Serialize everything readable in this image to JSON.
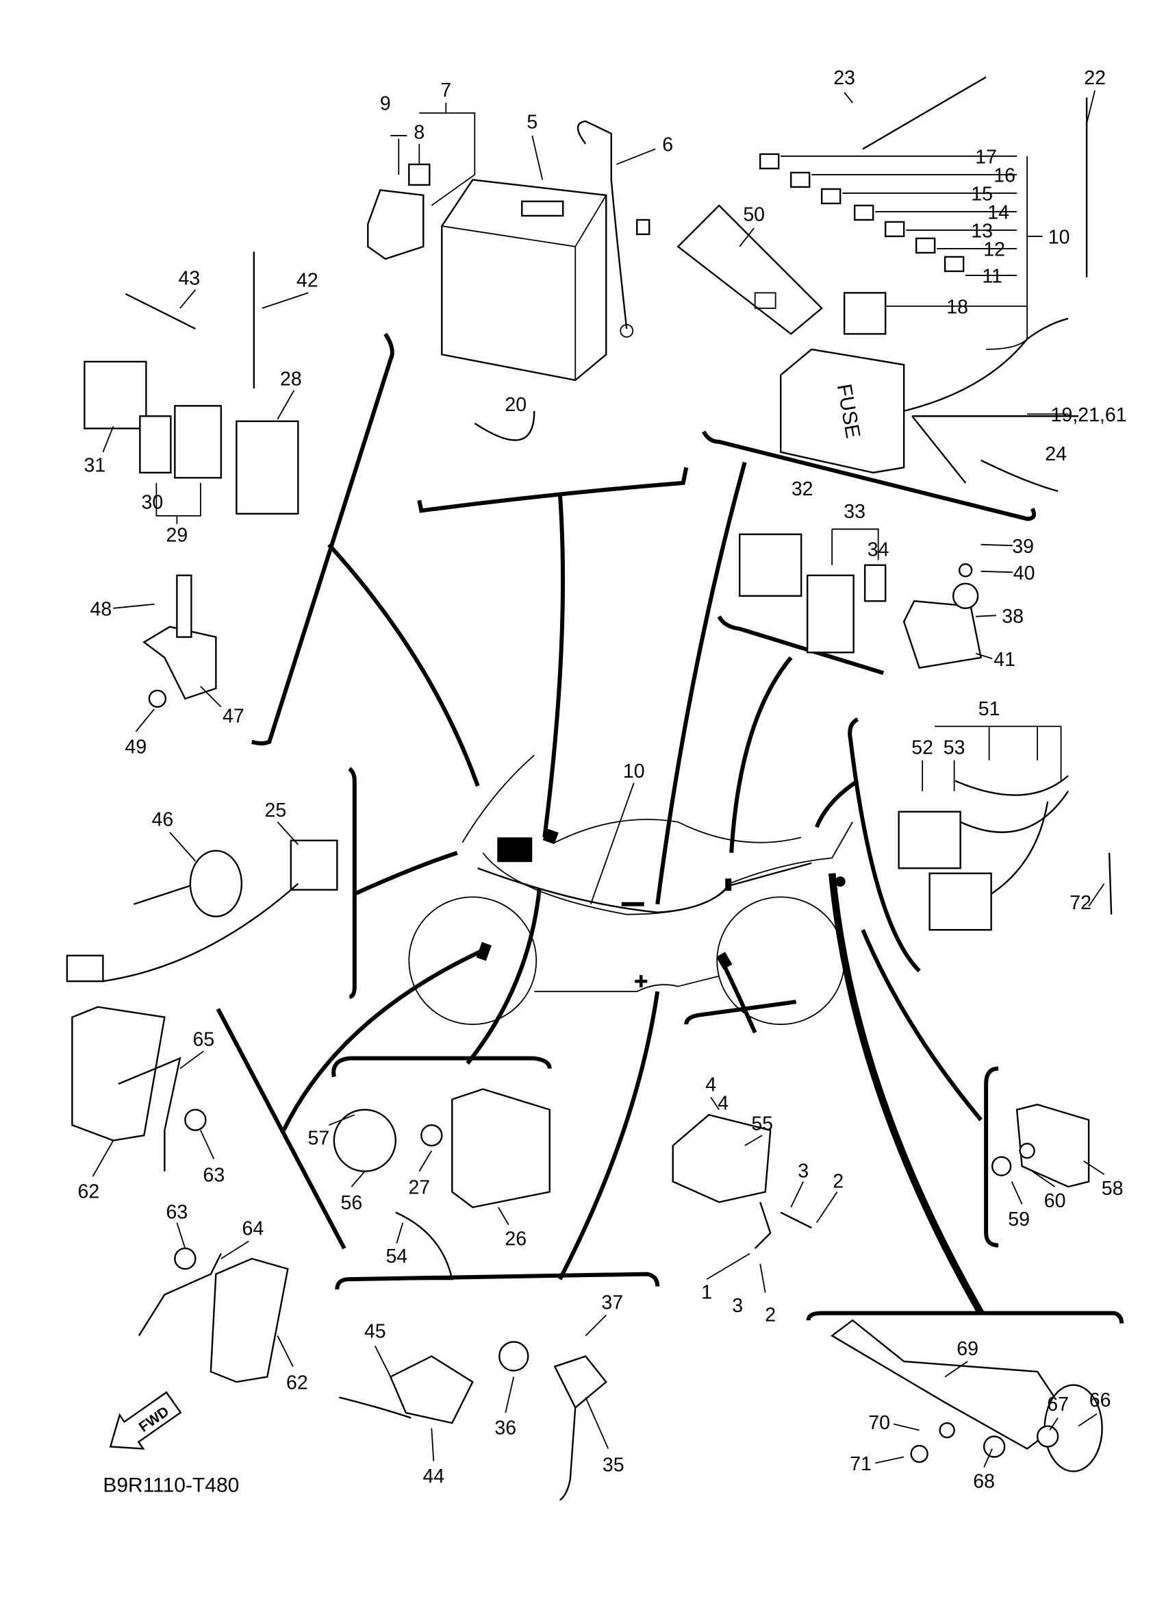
{
  "diagram_code": "B9R1110-T480",
  "fwd_label": "FWD",
  "fuse_box_label": "FUSE",
  "labels": [
    "9",
    "7",
    "8",
    "5",
    "6",
    "23",
    "22",
    "17",
    "16",
    "15",
    "14",
    "13",
    "12",
    "10",
    "11",
    "18",
    "50",
    "43",
    "42",
    "28",
    "31",
    "30",
    "29",
    "20",
    "19,21,61",
    "24",
    "32",
    "33",
    "34",
    "39",
    "40",
    "38",
    "41",
    "48",
    "47",
    "49",
    "51",
    "52",
    "53",
    "10",
    "46",
    "25",
    "72",
    "65",
    "62",
    "63",
    "57",
    "27",
    "56",
    "26",
    "54",
    "4",
    "4",
    "55",
    "3",
    "2",
    "1",
    "3",
    "2",
    "58",
    "59",
    "60",
    "63",
    "64",
    "62",
    "37",
    "45",
    "36",
    "35",
    "44",
    "69",
    "70",
    "71",
    "67",
    "66",
    "68"
  ]
}
